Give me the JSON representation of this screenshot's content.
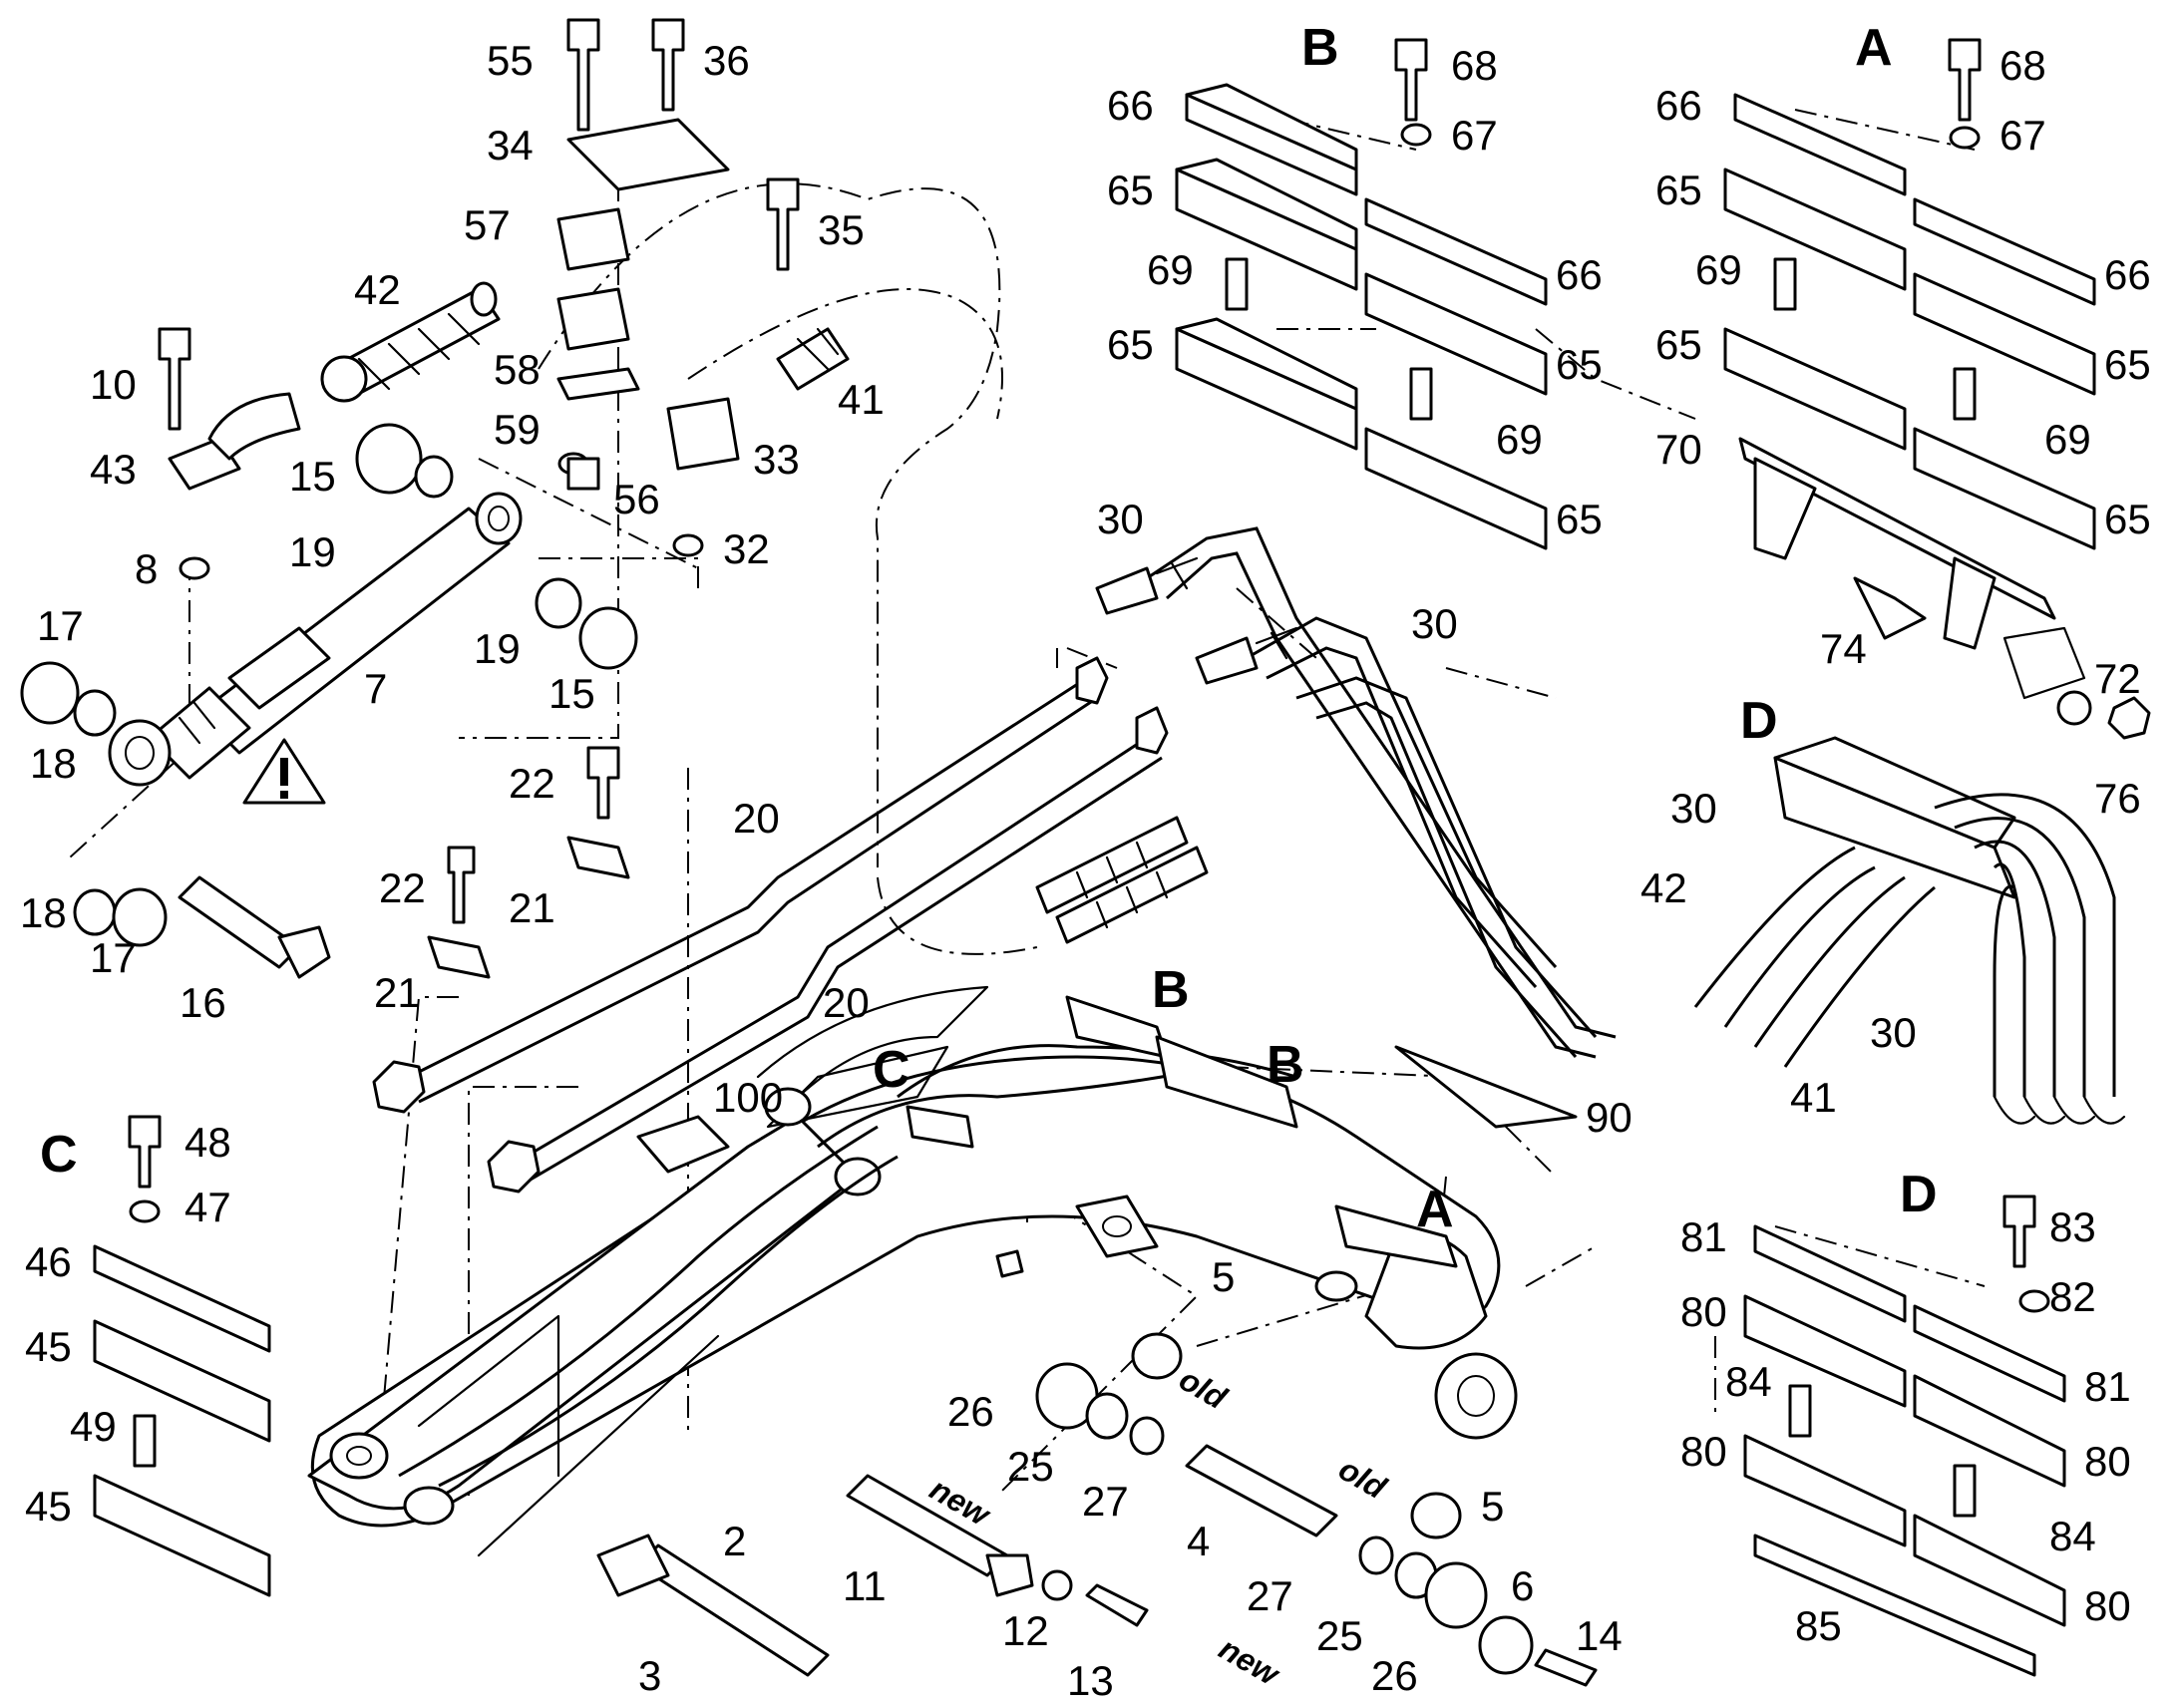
{
  "labels": {
    "n55": "55",
    "n36": "36",
    "n34": "34",
    "n57": "57",
    "n35": "35",
    "n42": "42",
    "n10": "10",
    "n43": "43",
    "n58": "58",
    "n59": "59",
    "n56": "56",
    "n41": "41",
    "n33": "33",
    "n32": "32",
    "n15a": "15",
    "n19a": "19",
    "n8": "8",
    "n17a": "17",
    "n18a": "18",
    "n7": "7",
    "n19b": "19",
    "n15b": "15",
    "n22a": "22",
    "n22b": "22",
    "n21a": "21",
    "n21b": "21",
    "n18b": "18",
    "n17b": "17",
    "n16": "16",
    "n20a": "20",
    "n20b": "20",
    "n30a": "30",
    "n30b": "30",
    "n100": "100",
    "n48": "48",
    "n47": "47",
    "n46": "46",
    "n45a": "45",
    "n49": "49",
    "n45b": "45",
    "n26a": "26",
    "n25a": "25",
    "n27a": "27",
    "n5a": "5",
    "n5b": "5",
    "n4": "4",
    "n11": "11",
    "n12": "12",
    "n13": "13",
    "n2": "2",
    "n3": "3",
    "n27b": "27",
    "n25b": "25",
    "n26b": "26",
    "n6": "6",
    "n14": "14",
    "n90": "90",
    "n30c": "30",
    "n42b": "42",
    "n41b": "41",
    "n30d": "30",
    "Bn66a": "66",
    "Bn65a": "65",
    "Bn69a": "69",
    "Bn65b": "65",
    "Bn68": "68",
    "Bn67": "67",
    "Bn66b": "66",
    "Bn65c": "65",
    "Bn69b": "69",
    "Bn65d": "65",
    "An66a": "66",
    "An65a": "65",
    "An69a": "69",
    "An65b": "65",
    "An70": "70",
    "An68": "68",
    "An67": "67",
    "An66b": "66",
    "An65c": "65",
    "An69b": "69",
    "An65d": "65",
    "An74": "74",
    "An72": "72",
    "An76": "76",
    "Dn81a": "81",
    "Dn80a": "80",
    "Dn84a": "84",
    "Dn80b": "80",
    "Dn85": "85",
    "Dn83": "83",
    "Dn82": "82",
    "Dn81b": "81",
    "Dn80c": "80",
    "Dn84b": "84",
    "Dn80d": "80"
  },
  "section_letters": {
    "B_top": "B",
    "A_top": "A",
    "C_left": "C",
    "D_mid": "D",
    "D_bottom": "D",
    "C_arm": "C",
    "B_arm1": "B",
    "B_arm2": "B",
    "A_arm": "A"
  },
  "notes": {
    "old1": "old",
    "old2": "old",
    "new1": "new",
    "new2": "new"
  },
  "icons": {
    "warning": "warning-triangle-icon"
  },
  "colors": {
    "line": "#000000",
    "background": "#ffffff"
  }
}
